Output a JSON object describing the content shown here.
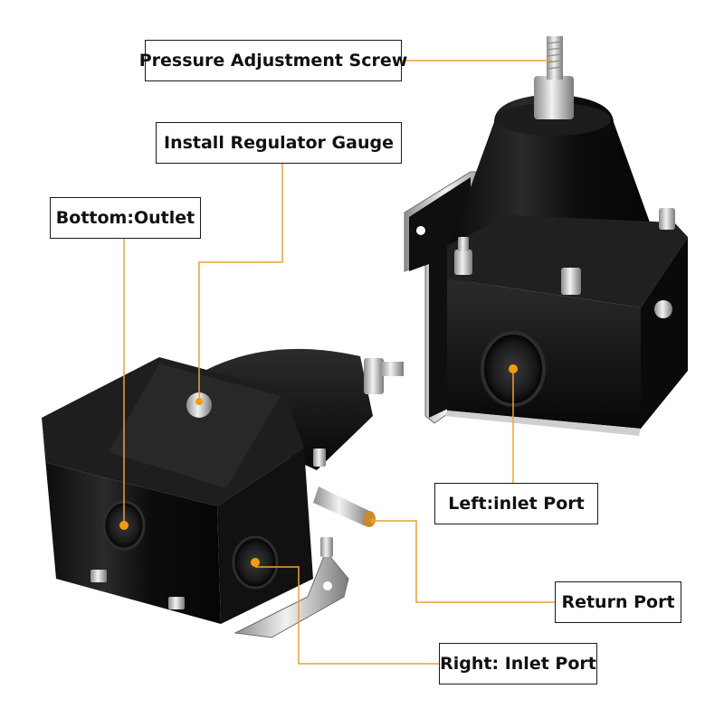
{
  "labels": {
    "pressure_screw": "Pressure Adjustment Screw",
    "install_gauge": "Install Regulator Gauge",
    "bottom_outlet": "Bottom:Outlet",
    "left_inlet": "Left:inlet Port",
    "return_port": "Return Port",
    "right_inlet": "Right: Inlet Port"
  },
  "colors": {
    "leader_line": "#e8a23a",
    "port_marker": "#f39c12",
    "body_black": "#141414",
    "steel": "#cfcfcf",
    "background": "#ffffff"
  }
}
